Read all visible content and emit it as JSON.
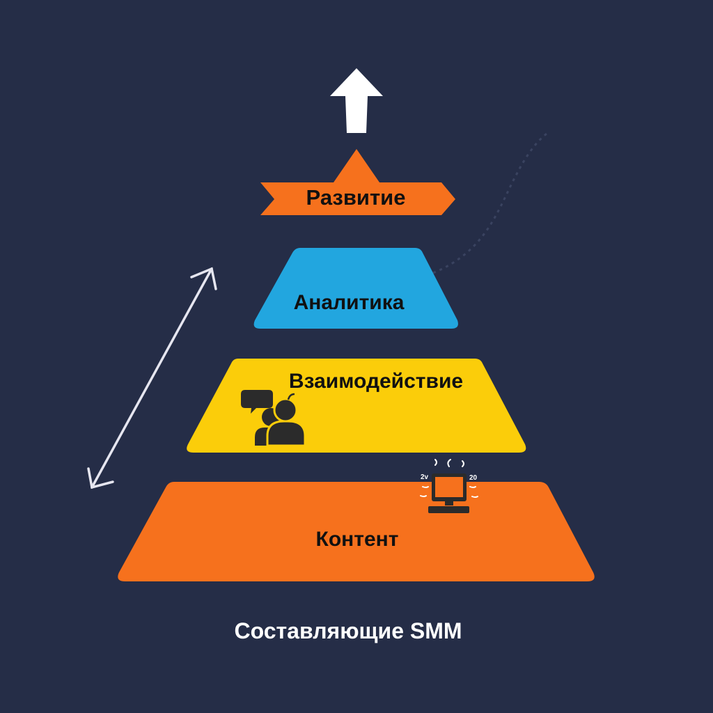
{
  "diagram": {
    "levels": [
      {
        "id": "development",
        "label": "Развитие",
        "color": "#f6711d"
      },
      {
        "id": "analytics",
        "label": "Аналитика",
        "color": "#22a6df"
      },
      {
        "id": "interaction",
        "label": "Взаимодействие",
        "color": "#fbcd0a"
      },
      {
        "id": "content",
        "label": "Контент",
        "color": "#f6711d"
      }
    ],
    "caption": "Составляющие SMM",
    "colors": {
      "background": "#252d47",
      "text_dark": "#111111",
      "text_light": "#ffffff",
      "arrow": "#ffffff",
      "double_arrow": "#e6e6f0"
    },
    "icons": {
      "top": "up-arrow-icon",
      "side": "double-arrow-icon",
      "interaction": "people-chat-icon",
      "content": "computer-icon"
    },
    "computer_icon_marks": {
      "left": "2v",
      "right": "20"
    }
  }
}
